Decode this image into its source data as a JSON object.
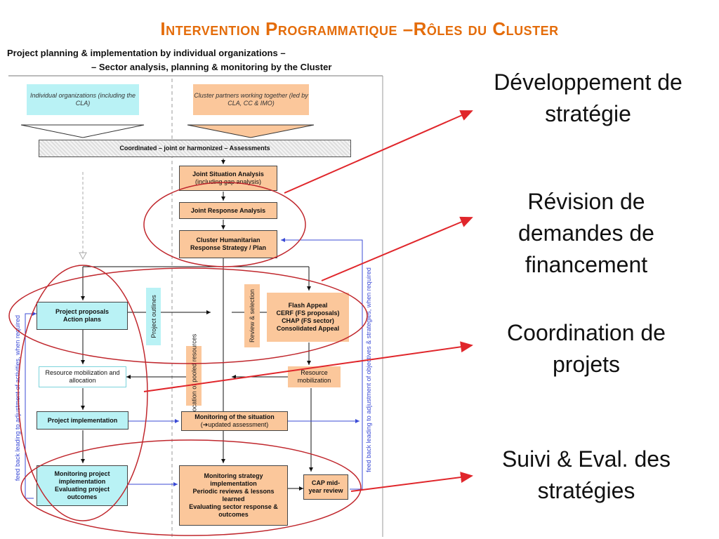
{
  "slide": {
    "title": "Intervention Programmatique –Rôles du Cluster",
    "subtitle_line1": "Project planning & implementation by individual organizations –",
    "subtitle_line2": "– Sector analysis, planning & monitoring by the Cluster"
  },
  "diagram": {
    "individual_orgs": "Individual organizations (including the CLA)",
    "cluster_partners": "Cluster partners working together (led by CLA, CC & IMO)",
    "assessments": "Coordinated – joint or harmonized – Assessments",
    "joint_situation": "Joint Situation Analysis",
    "joint_situation_sub": "(including gap analysis)",
    "joint_response": "Joint Response Analysis",
    "cluster_strategy": "Cluster Humanitarian Response Strategy / Plan",
    "project_proposals": "Project proposals Action plans",
    "project_outlines": "Project outlines",
    "review_selection": "Review & selection",
    "flash_appeal": "Flash Appeal",
    "cerf": "CERF (FS proposals)",
    "chap": "CHAP (FS sector)",
    "consolidated": "Consolidated Appeal",
    "resource_mob_alloc": "Resource mobilization and allocation",
    "allocation_pooled": "Allocation of pooled resources",
    "resource_mob": "Resource mobilization",
    "project_impl": "Project implementation",
    "monitoring_situation": "Monitoring of the situation",
    "monitoring_situation_sub": "(➔updated assessment)",
    "monitoring_project": "Monitoring project implementation",
    "evaluating_project": "Evaluating project outcomes",
    "monitoring_strategy": "Monitoring strategy implementation",
    "periodic_reviews": "Periodic reviews & lessons learned",
    "evaluating_sector": "Evaluating sector response & outcomes",
    "cap_review": "CAP mid-year review",
    "feedback_left": "feed back leading to adjustment of activities, when required",
    "feedback_right": "feed back leading to adjustment of objectives & strategies, when required"
  },
  "roles": [
    {
      "label": "Développement de stratégie"
    },
    {
      "label": "Révision de demandes de financement"
    },
    {
      "label": "Coordination de projets"
    },
    {
      "label": "Suivi & Eval. des stratégies"
    }
  ],
  "colors": {
    "title": "#e46c0a",
    "annotation": "#c0272d",
    "arrow": "#e0262b",
    "orange_box": "#fbc79b",
    "cyan_box": "#b9f2f5",
    "feedback_line": "#3b4bd6"
  }
}
